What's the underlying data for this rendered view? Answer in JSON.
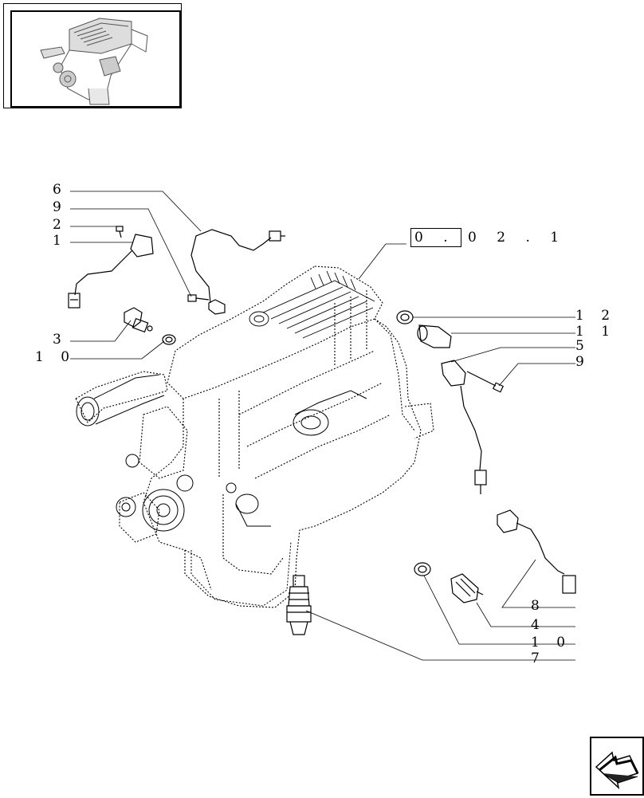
{
  "thumbnail": {
    "icon": "engine-thumbnail-icon"
  },
  "reference": {
    "text": "0 . 0 2 . 1"
  },
  "callouts": [
    {
      "id": "c6a",
      "label": "6"
    },
    {
      "id": "c9a",
      "label": "9"
    },
    {
      "id": "c2",
      "label": "2"
    },
    {
      "id": "c1",
      "label": "1"
    },
    {
      "id": "c3",
      "label": "3"
    },
    {
      "id": "c10a",
      "label": "1 0"
    },
    {
      "id": "c12",
      "label": "1 2"
    },
    {
      "id": "c11",
      "label": "1 1"
    },
    {
      "id": "c5",
      "label": "5"
    },
    {
      "id": "c9b",
      "label": "9"
    },
    {
      "id": "c8",
      "label": "8"
    },
    {
      "id": "c4",
      "label": "4"
    },
    {
      "id": "c10b",
      "label": "1 0"
    },
    {
      "id": "c7",
      "label": "7"
    }
  ],
  "navigation": {
    "icon": "next-page-arrow-icon"
  }
}
